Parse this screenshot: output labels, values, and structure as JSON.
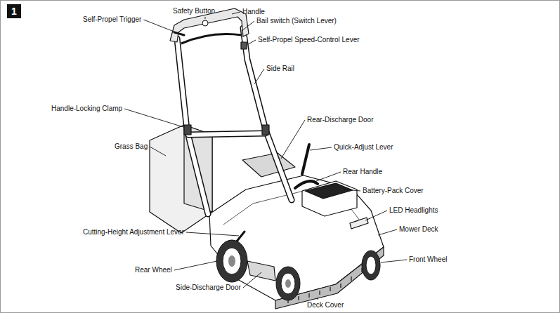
{
  "diagram": {
    "nodes": [
      {
        "text": [
          "1"
        ]
      }
    ],
    "labels": [
      "Self-Propel Trigger",
      "Safety Button",
      "Handle",
      "Bail switch (Switch Lever)",
      "Self-Propel Speed-Control Lever",
      "Side Rail",
      "Handle-Locking Clamp",
      "Rear-Discharge Door",
      "Grass Bag",
      "Quick-Adjust Lever",
      "Rear Handle",
      "Battery-Pack Cover",
      "LED Headlights",
      "Mower Deck",
      "Cutting-Height Adjustment Lever",
      "Front Wheel",
      "Rear Wheel",
      "Side-Discharge Door",
      "Deck Cover"
    ]
  }
}
